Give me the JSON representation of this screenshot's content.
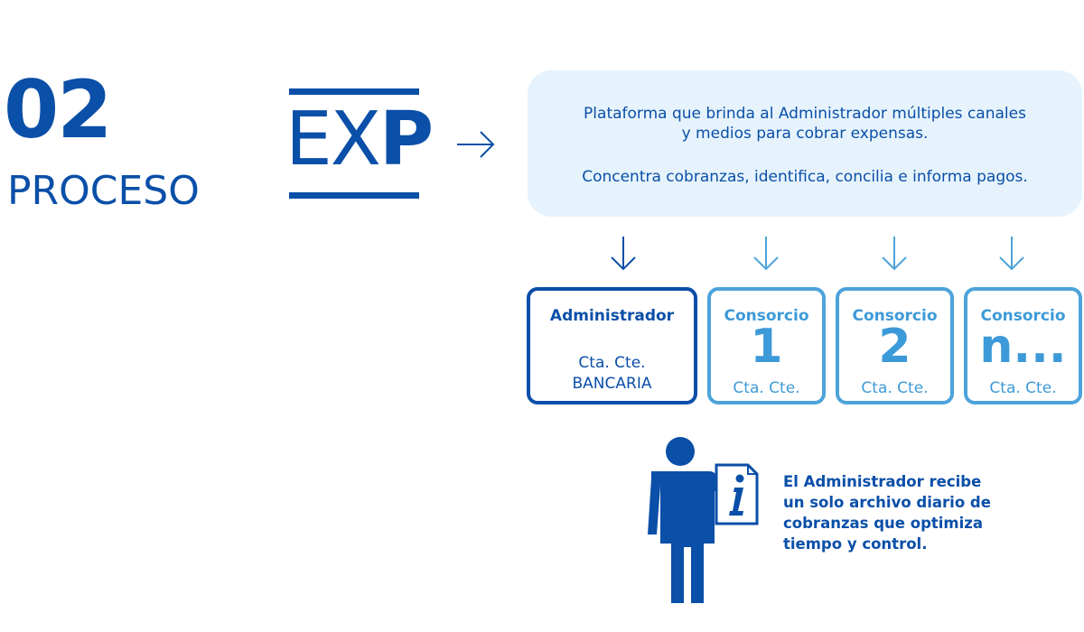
{
  "header": {
    "step_number": "02",
    "step_label": "PROCESO"
  },
  "logo": {
    "text_regular": "EX",
    "text_bold": "P"
  },
  "platform": {
    "description_line1": "Plataforma que brinda al Administrador múltiples canales",
    "description_line2": "y medios para cobrar expensas.",
    "description_line3": "Concentra cobranzas, identifica, concilia  e informa pagos."
  },
  "accounts": {
    "admin": {
      "title": "Administrador",
      "sub1": "Cta. Cte.",
      "sub2": "BANCARIA"
    },
    "consorcios": [
      {
        "title": "Consorcio",
        "number": "1",
        "sub": "Cta. Cte."
      },
      {
        "title": "Consorcio",
        "number": "2",
        "sub": "Cta. Cte."
      },
      {
        "title": "Consorcio",
        "number": "n...",
        "sub": "Cta. Cte."
      }
    ]
  },
  "info": {
    "line1": "El Administrador recibe",
    "line2": "un solo archivo diario de",
    "line3": "cobranzas que optimiza",
    "line4": "tiempo y control."
  },
  "colors": {
    "primary": "#0a4fa8",
    "secondary": "#4da3db",
    "panel_bg": "#e6f3fc"
  },
  "icons": {
    "flow_arrow": "arrow-right-icon",
    "down_arrow": "arrow-down-icon",
    "person": "person-icon",
    "document": "info-document-icon"
  }
}
